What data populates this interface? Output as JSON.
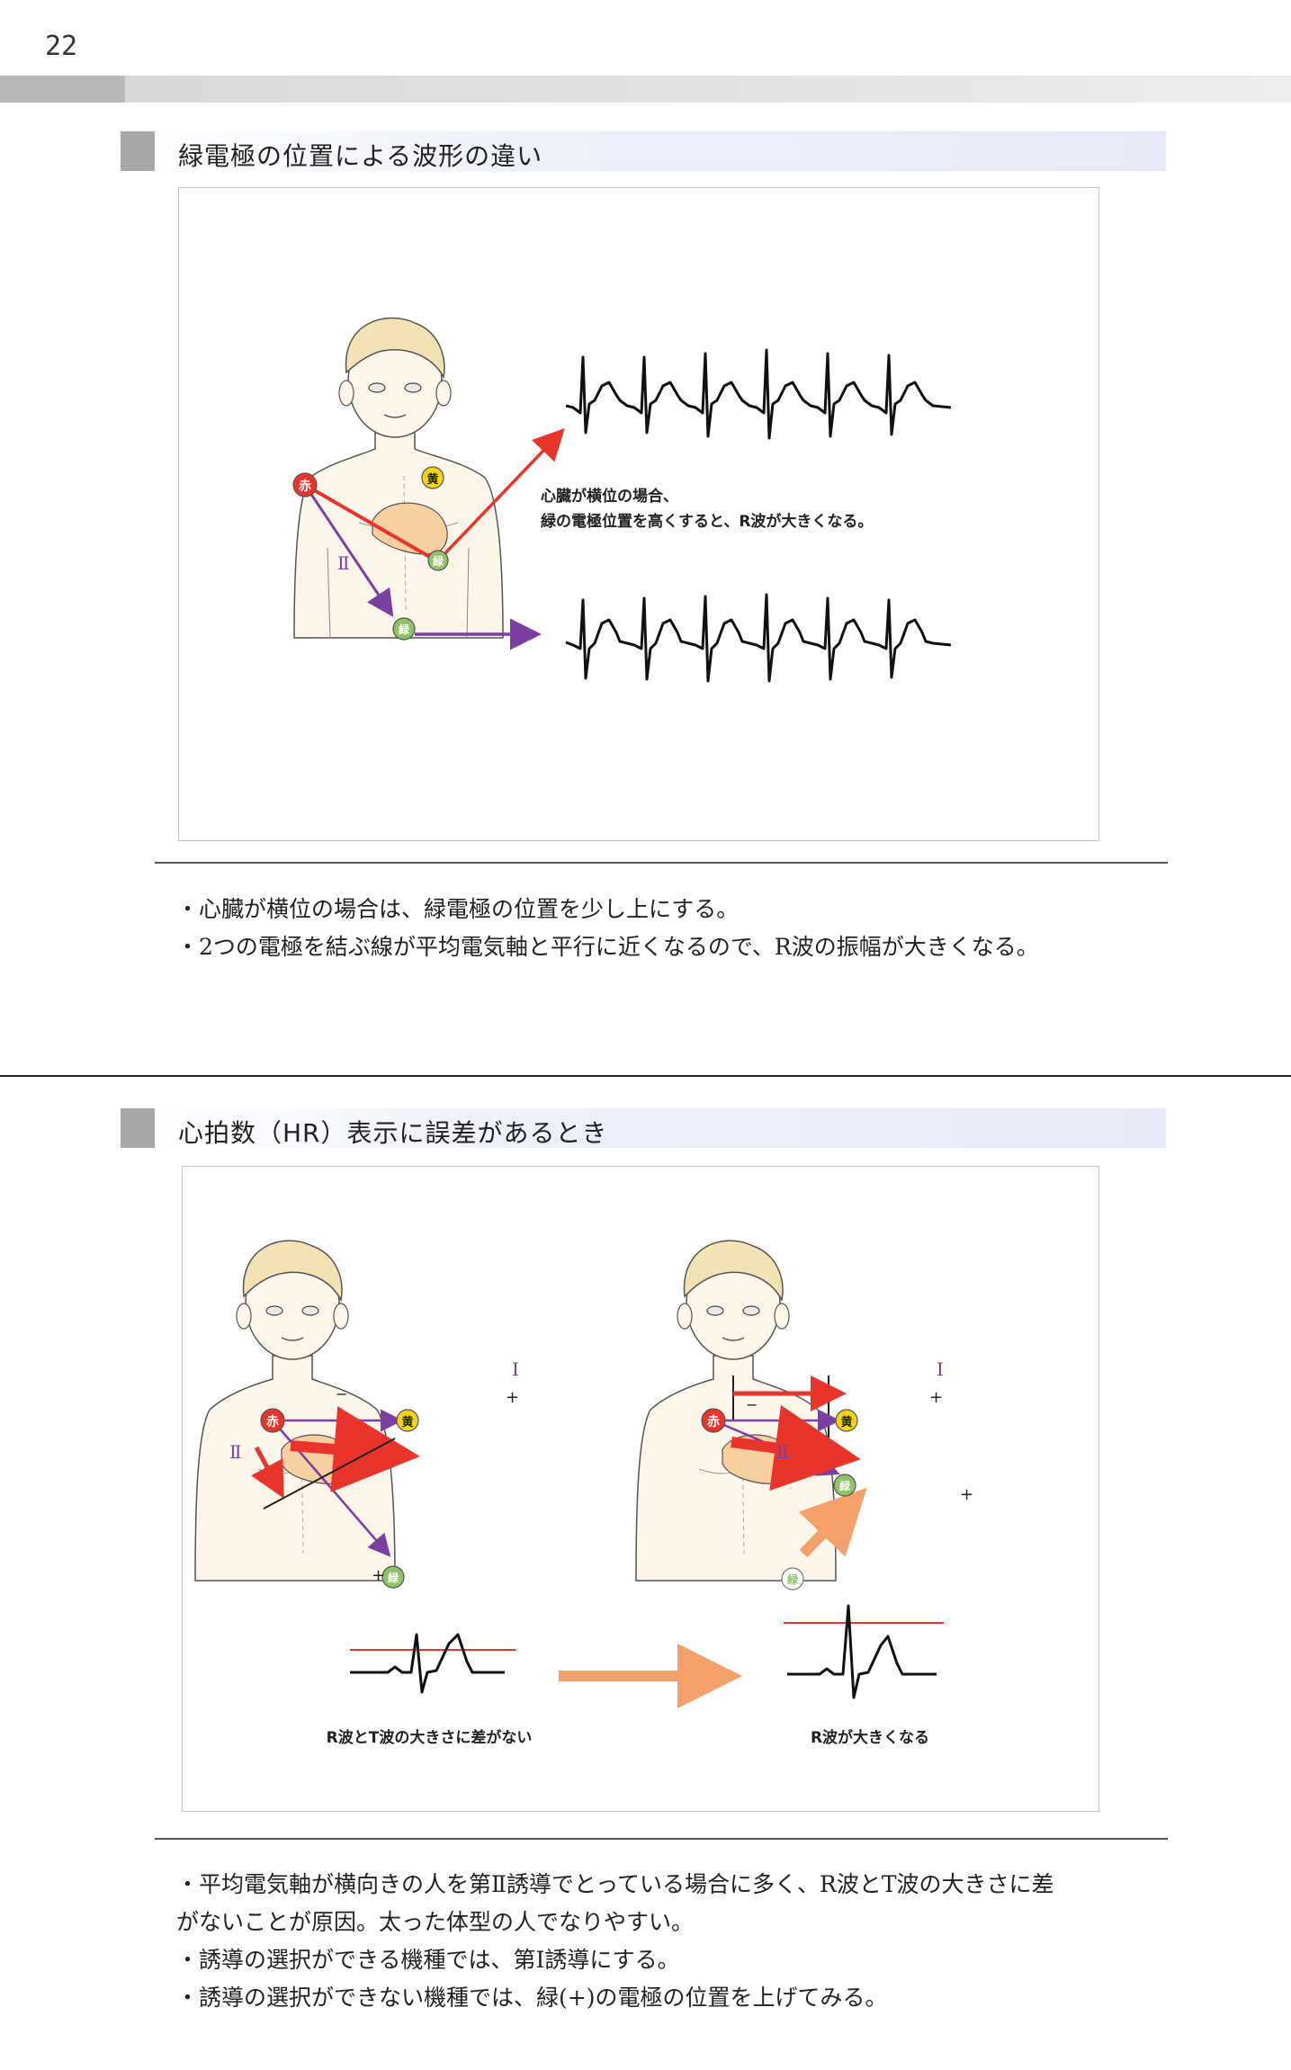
{
  "page_number": "22",
  "section1": {
    "title": "緑電極の位置による波形の違い",
    "figure": {
      "electrodes": {
        "red": "赤",
        "yellow": "黄",
        "green": "緑"
      },
      "lead_label": "Ⅱ",
      "caption_line1": "心臓が横位の場合、",
      "caption_line2": "緑の電極位置を高くすると、R波が大きくなる。"
    },
    "bullets": [
      "・心臓が横位の場合は、緑電極の位置を少し上にする。",
      "・2つの電極を結ぶ線が平均電気軸と平行に近くなるので、R波の振幅が大きくなる。"
    ]
  },
  "section2": {
    "title": "心拍数（HR）表示に誤差があるとき",
    "figure": {
      "electrodes": {
        "red": "赤",
        "yellow": "黄",
        "green": "緑"
      },
      "lead_I": "I",
      "lead_II": "Ⅱ",
      "plus": "+",
      "minus": "−",
      "left_caption": "R波とT波の大きさに差がない",
      "right_caption": "R波が大きくなる"
    },
    "bullets": [
      "・平均電気軸が横向きの人を第Ⅱ誘導でとっている場合に多く、R波とT波の大きさに差",
      "がないことが原因。太った体型の人でなりやすい。",
      "・誘導の選択ができる機種では、第Ⅰ誘導にする。",
      "・誘導の選択ができない機種では、緑(+)の電極の位置を上げてみる。"
    ]
  },
  "colors": {
    "red_electrode": "#e8342a",
    "yellow_electrode": "#f5d21a",
    "green_electrode": "#8fc26a",
    "arrow_red": "#e8342a",
    "arrow_purple": "#7a3fa0",
    "arrow_orange": "#f4a06a",
    "heart": "#f7cfa0",
    "skin": "#fdf6ea",
    "hair": "#f2e3b5"
  }
}
